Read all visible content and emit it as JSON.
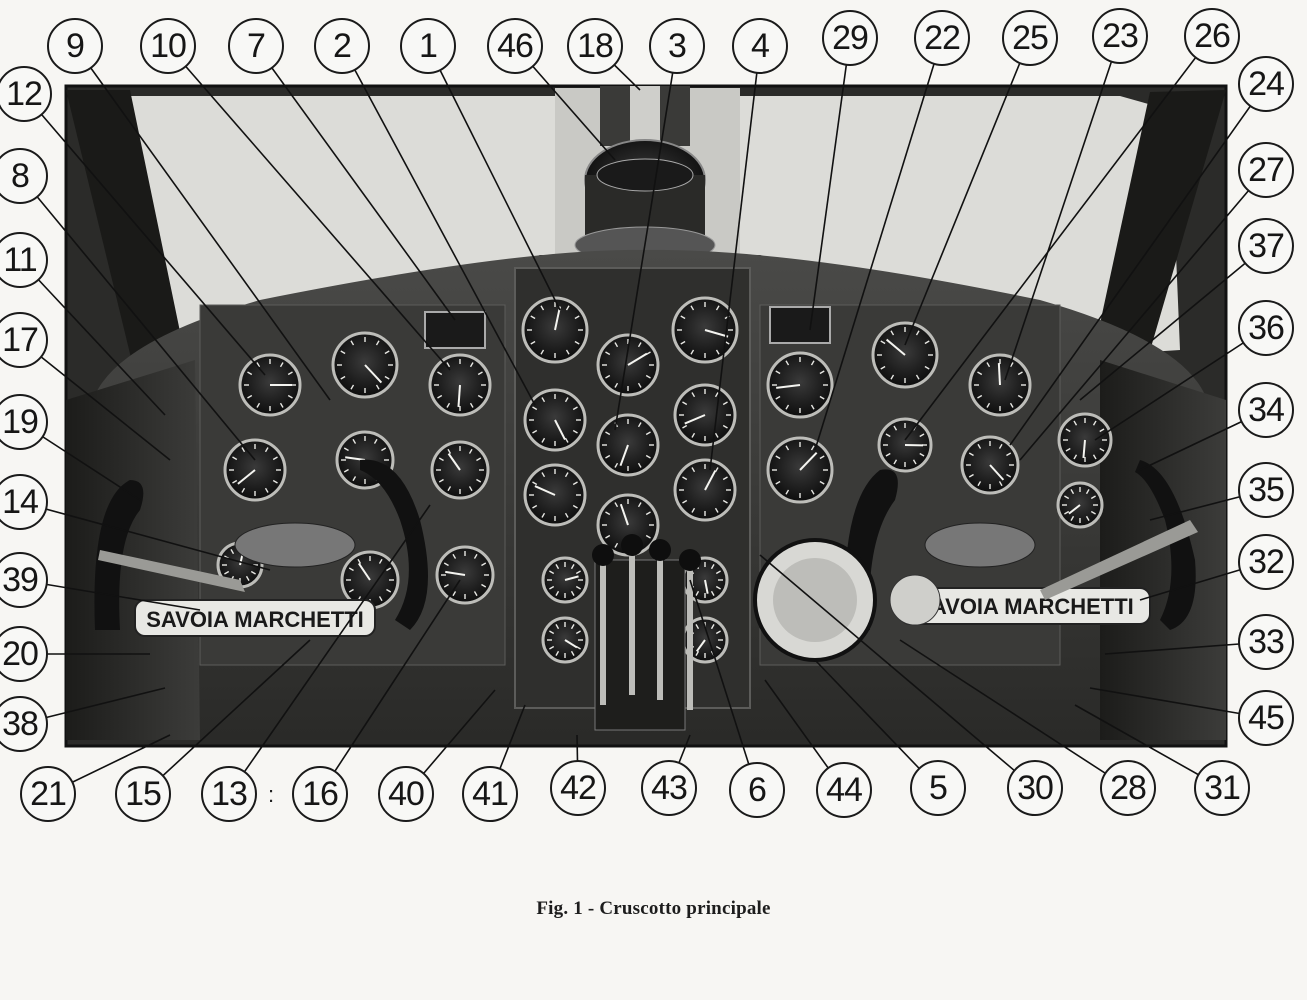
{
  "figure": {
    "callouts": [
      {
        "id": "c9",
        "label": "9"
      },
      {
        "id": "c10",
        "label": "10"
      },
      {
        "id": "c7",
        "label": "7"
      },
      {
        "id": "c2",
        "label": "2"
      },
      {
        "id": "c1",
        "label": "1"
      },
      {
        "id": "c46",
        "label": "46"
      },
      {
        "id": "c18",
        "label": "18"
      },
      {
        "id": "c3",
        "label": "3"
      },
      {
        "id": "c4",
        "label": "4"
      },
      {
        "id": "c29",
        "label": "29"
      },
      {
        "id": "c22",
        "label": "22"
      },
      {
        "id": "c25",
        "label": "25"
      },
      {
        "id": "c23",
        "label": "23"
      },
      {
        "id": "c26",
        "label": "26"
      },
      {
        "id": "c12",
        "label": "12"
      },
      {
        "id": "c24",
        "label": "24"
      },
      {
        "id": "c8",
        "label": "8"
      },
      {
        "id": "c27",
        "label": "27"
      },
      {
        "id": "c11",
        "label": "11"
      },
      {
        "id": "c37",
        "label": "37"
      },
      {
        "id": "c17",
        "label": "17"
      },
      {
        "id": "c36",
        "label": "36"
      },
      {
        "id": "c19",
        "label": "19"
      },
      {
        "id": "c34",
        "label": "34"
      },
      {
        "id": "c14",
        "label": "14"
      },
      {
        "id": "c35",
        "label": "35"
      },
      {
        "id": "c39",
        "label": "39"
      },
      {
        "id": "c32",
        "label": "32"
      },
      {
        "id": "c20",
        "label": "20"
      },
      {
        "id": "c33",
        "label": "33"
      },
      {
        "id": "c38",
        "label": "38"
      },
      {
        "id": "c45",
        "label": "45"
      },
      {
        "id": "c21",
        "label": "21"
      },
      {
        "id": "c15",
        "label": "15"
      },
      {
        "id": "c13",
        "label": "13"
      },
      {
        "id": "c16",
        "label": "16"
      },
      {
        "id": "c40",
        "label": "40"
      },
      {
        "id": "c41",
        "label": "41"
      },
      {
        "id": "c42",
        "label": "42"
      },
      {
        "id": "c43",
        "label": "43"
      },
      {
        "id": "c6",
        "label": "6"
      },
      {
        "id": "c44",
        "label": "44"
      },
      {
        "id": "c5",
        "label": "5"
      },
      {
        "id": "c30",
        "label": "30"
      },
      {
        "id": "c28",
        "label": "28"
      },
      {
        "id": "c31",
        "label": "31"
      }
    ],
    "yoke_left_text": "SAVOIA MARCHETTI",
    "yoke_right_text": "SAVOIA MARCHETTI"
  },
  "caption": "Fig. 1 - Cruscotto principale"
}
